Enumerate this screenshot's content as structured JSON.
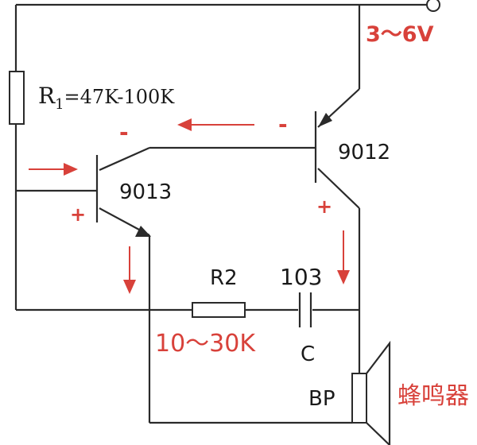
{
  "supply": {
    "label": "3～6V",
    "color": "#d8413a"
  },
  "r1": {
    "name": "R",
    "sub": "1",
    "value": "=47K-100K"
  },
  "q1": {
    "label": "9013"
  },
  "q2": {
    "label": "9012"
  },
  "r2": {
    "label": "R2",
    "value": "10～30K"
  },
  "cap": {
    "value": "103",
    "label": "C"
  },
  "buzzer": {
    "label": "BP",
    "name": "蜂鸣器"
  },
  "polarity": {
    "minus": "-",
    "plus": "+"
  },
  "colors": {
    "wire": "#2a2a2a",
    "flow": "#d8413a"
  }
}
